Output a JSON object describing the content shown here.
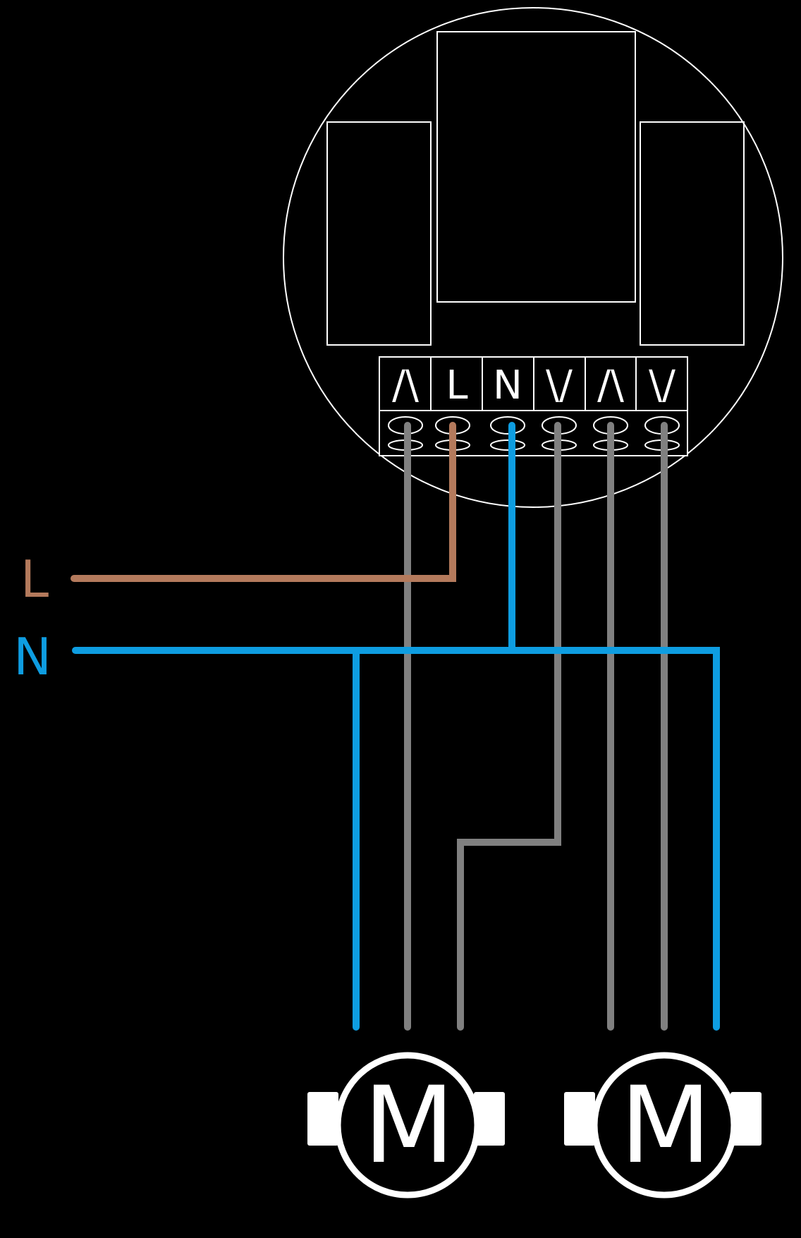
{
  "colors": {
    "background": "#000000",
    "outline": "#ffffff",
    "live": "#b47a5c",
    "neutral": "#0e9de1",
    "signal": "#808080"
  },
  "terminals": [
    "/\\",
    "L",
    "N",
    "\\/",
    "/\\",
    "\\/"
  ],
  "supply": {
    "live_label": "L",
    "neutral_label": "N"
  },
  "motors": [
    {
      "label": "M"
    },
    {
      "label": "M"
    }
  ]
}
